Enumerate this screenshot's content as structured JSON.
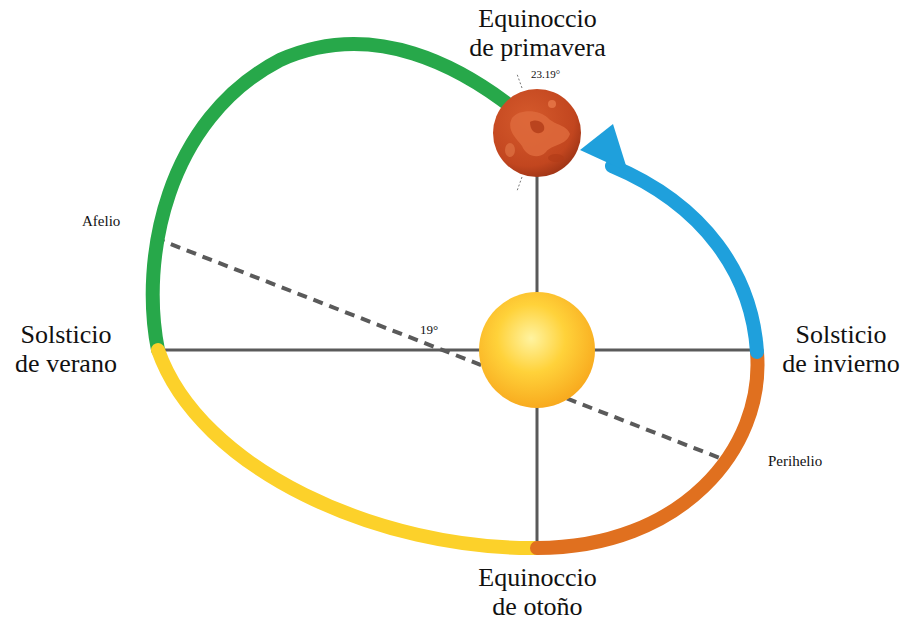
{
  "diagram": {
    "labels": [
      "Equinoccio de primavera",
      "23.19°",
      "Afelio",
      "Solsticio de verano",
      "19°",
      "Solsticio de invierno",
      "Perihelio",
      "Equinoccio de otoño"
    ]
  }
}
